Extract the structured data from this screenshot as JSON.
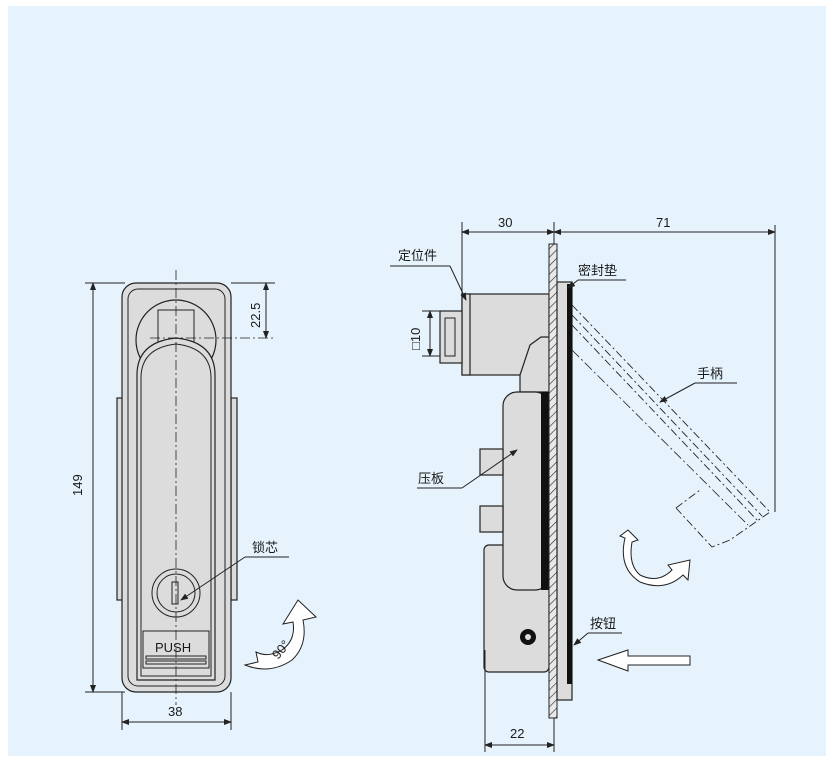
{
  "dimensions": {
    "total_height": "149",
    "top_offset": "22.5",
    "width": "38",
    "depth_rear": "30",
    "handle_reach": "71",
    "depth_lower": "22",
    "square_drive": "□10",
    "rotation_angle": "90°"
  },
  "labels": {
    "positioner": "定位件",
    "gasket": "密封垫",
    "handle": "手柄",
    "pressure_plate": "压板",
    "button": "按钮",
    "lock_cylinder": "锁芯",
    "push": "PUSH"
  },
  "colors": {
    "background": "#e6f3fc",
    "part": "#dcdcdc"
  }
}
